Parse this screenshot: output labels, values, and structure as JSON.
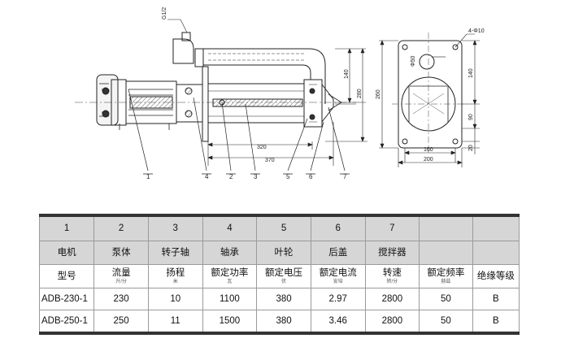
{
  "drawing": {
    "pipe_thread": "G1/2",
    "dims": {
      "height_140": "140",
      "height_280": "280",
      "length_320": "320",
      "length_370": "370",
      "hole_spec": "4-Φ10",
      "dia_50": "Φ50",
      "side_260": "260",
      "right_140": "140",
      "right_90": "90",
      "right_20": "20",
      "bottom_160": "160",
      "bottom_200": "200"
    },
    "callouts": [
      "1",
      "4",
      "2",
      "3",
      "5",
      "6",
      "7"
    ]
  },
  "table": {
    "row_index": [
      "1",
      "2",
      "3",
      "4",
      "5",
      "6",
      "7",
      "",
      ""
    ],
    "row_parts": [
      "电机",
      "泵体",
      "转子轴",
      "轴承",
      "叶轮",
      "后盖",
      "搅拌器",
      "",
      ""
    ],
    "row_header": [
      {
        "label": "型号",
        "unit": ""
      },
      {
        "label": "流量",
        "unit": "升/分"
      },
      {
        "label": "扬程",
        "unit": "米"
      },
      {
        "label": "额定功率",
        "unit": "瓦"
      },
      {
        "label": "额定电压",
        "unit": "伏"
      },
      {
        "label": "额定电流",
        "unit": "安培"
      },
      {
        "label": "转速",
        "unit": "转/分"
      },
      {
        "label": "额定频率",
        "unit": "赫兹"
      },
      {
        "label": "绝缘等级",
        "unit": ""
      }
    ],
    "rows": [
      [
        "ADB-230-1",
        "230",
        "10",
        "1100",
        "380",
        "2.97",
        "2800",
        "50",
        "B"
      ],
      [
        "ADB-250-1",
        "250",
        "11",
        "1500",
        "380",
        "3.46",
        "2800",
        "50",
        "B"
      ]
    ]
  }
}
